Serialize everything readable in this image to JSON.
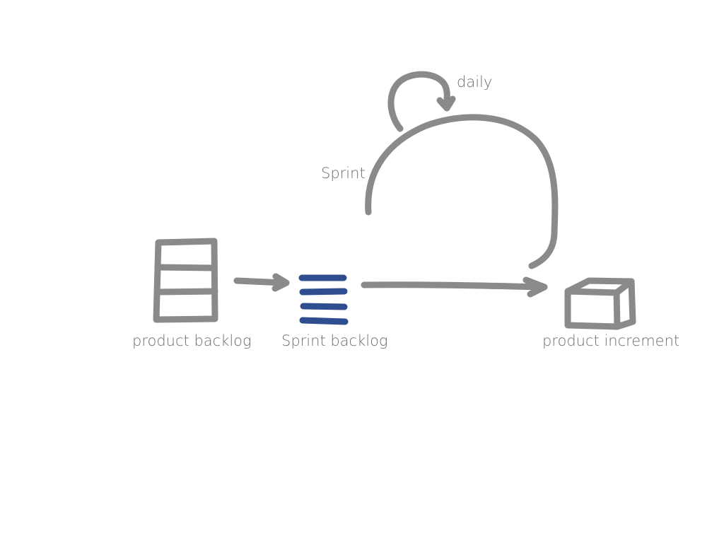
{
  "labels": {
    "product_backlog": "product backlog",
    "sprint_backlog": "Sprint backlog",
    "product_increment": "product increment",
    "sprint": "Sprint",
    "daily": "daily"
  },
  "colors": {
    "ink": "#8a8a8a",
    "sprint_backlog": "#2f4e8f",
    "text": "#6e6e6e",
    "background": "#ffffff"
  },
  "icons": {
    "product_backlog": "stacked-boxes-icon",
    "sprint_backlog": "horizontal-lines-icon",
    "product_increment": "cube-icon"
  }
}
